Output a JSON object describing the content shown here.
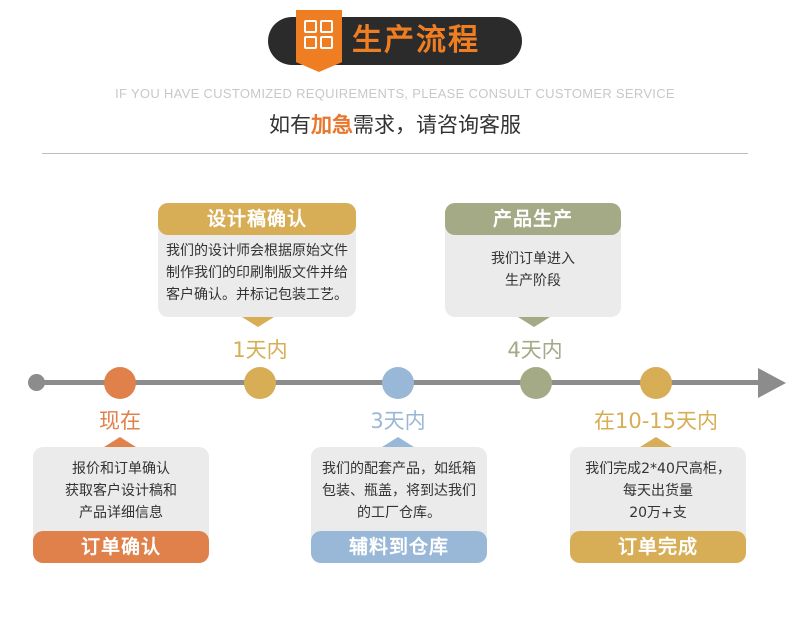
{
  "header": {
    "title": "生产流程",
    "subtitle_en": "IF YOU HAVE CUSTOMIZED REQUIREMENTS, PLEASE CONSULT CUSTOMER SERVICE",
    "subtitle_cn_pre": "如有",
    "subtitle_cn_highlight": "加急",
    "subtitle_cn_post": "需求，请咨询客服",
    "icon": "grid-icon"
  },
  "colors": {
    "orange": "#e0804a",
    "gold": "#d7ad55",
    "blue": "#99b7d6",
    "olive": "#a4a986",
    "gray_line": "#8c8c8c",
    "card_bg": "#ebebeb"
  },
  "steps": [
    {
      "title": "订单确认",
      "time": "现在",
      "lines": [
        "报价和订单确认",
        "获取客户设计稿和",
        "产品详细信息"
      ]
    },
    {
      "title": "设计稿确认",
      "time": "1天内",
      "lines": [
        "我们的设计师会根据原始文件",
        "制作我们的印刷制版文件并给",
        "客户确认。并标记包装工艺。"
      ]
    },
    {
      "title": "辅料到仓库",
      "time": "3天内",
      "lines": [
        "我们的配套产品，如纸箱",
        "包装、瓶盖，将到达我们",
        "的工厂仓库。"
      ]
    },
    {
      "title": "产品生产",
      "time": "4天内",
      "lines": [
        "我们订单进入",
        "生产阶段"
      ]
    },
    {
      "title": "订单完成",
      "time": "在10-15天内",
      "lines": [
        "我们完成2*40尺高柜，",
        "每天出货量",
        "20万+支"
      ]
    }
  ]
}
